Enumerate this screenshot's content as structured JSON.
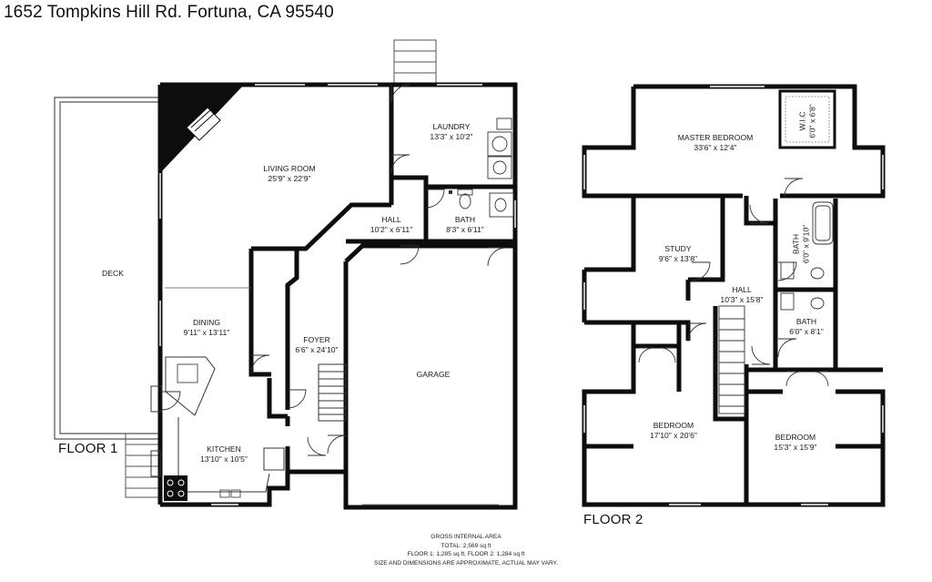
{
  "address": "1652 Tompkins Hill Rd. Fortuna, CA 95540",
  "floors": [
    {
      "label": "FLOOR 1",
      "rooms": [
        {
          "name": "LIVING ROOM",
          "dims": "25'9\" x 22'9\""
        },
        {
          "name": "LAUNDRY",
          "dims": "13'3\" x 10'2\""
        },
        {
          "name": "HALL",
          "dims": "10'2\" x 6'11\""
        },
        {
          "name": "BATH",
          "dims": "8'3\" x 6'11\""
        },
        {
          "name": "DECK",
          "dims": ""
        },
        {
          "name": "DINING",
          "dims": "9'11\" x 13'11\""
        },
        {
          "name": "FOYER",
          "dims": "6'6\" x 24'10\""
        },
        {
          "name": "GARAGE",
          "dims": ""
        },
        {
          "name": "KITCHEN",
          "dims": "13'10\" x 10'5\""
        }
      ]
    },
    {
      "label": "FLOOR 2",
      "rooms": [
        {
          "name": "MASTER BEDROOM",
          "dims": "33'6\" x 12'4\""
        },
        {
          "name": "W.I.C",
          "dims": "6'0\" x 6'8\""
        },
        {
          "name": "STUDY",
          "dims": "9'6\" x 13'8\""
        },
        {
          "name": "BATH",
          "dims": "6'0\" x 9'10\""
        },
        {
          "name": "HALL",
          "dims": "10'3\" x 15'8\""
        },
        {
          "name": "BATH",
          "dims": "6'0\" x 8'1\""
        },
        {
          "name": "BEDROOM",
          "dims": "17'10\" x 20'6\""
        },
        {
          "name": "BEDROOM",
          "dims": "15'3\" x 15'9\""
        }
      ]
    }
  ],
  "footer": {
    "heading": "GROSS INTERNAL AREA",
    "total": "TOTAL: 2,569 sq ft",
    "floors": "FLOOR 1: 1,285 sq ft,  FLOOR 2: 1,284 sq ft",
    "disclaimer": "SIZE AND DIMENSIONS ARE APPROXIMATE, ACTUAL MAY VARY."
  },
  "colors": {
    "wall": "#0d0d0d",
    "thin_line": "#555555",
    "fixture": "#333333",
    "background": "#ffffff"
  }
}
